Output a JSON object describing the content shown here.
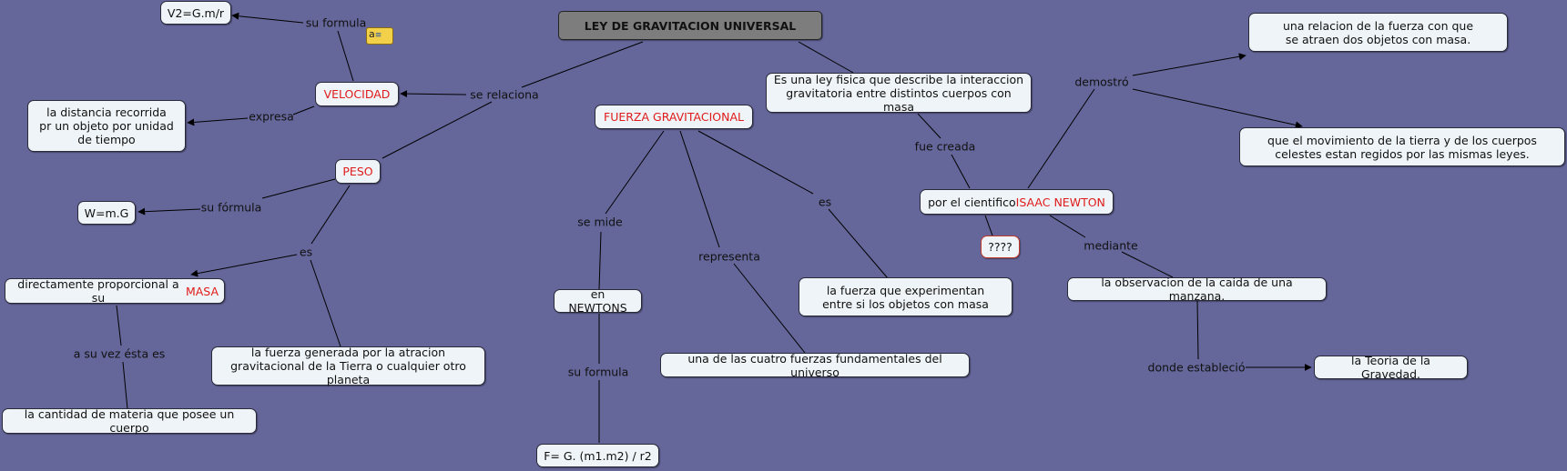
{
  "nodes": {
    "title": "LEY DE GRAVITACION UNIVERSAL",
    "ley_fisica": "Es una ley fisica que describe la interaccion gravitatoria entre distintos cuerpos con masa",
    "v2": "V2=G.m/r",
    "velocidad": "VELOCIDAD",
    "distancia": "la distancia recorrida pr un objeto por unidad de tiempo",
    "peso": "PESO",
    "wmg": "W=m.G",
    "proporcional_text": "directamente proporcional a su ",
    "masa": "MASA",
    "cantidad_materia": "la cantidad de materia que posee un cuerpo",
    "fuerza_generada": "la fuerza generada por la atracion gravitacional de la Tierra o cualquier otro planeta",
    "fuerza_gravitacional": "FUERZA GRAVITACIONAL",
    "newtons": "en NEWTONS",
    "formula_f": "F= G. (m1.m2) / r2",
    "cuatro_fuerzas": "una de las cuatro fuerzas fundamentales del universo",
    "fuerza_experimentan": "la fuerza que experimentan entre si los objetos con masa",
    "cientifico_text": "por el cientifico ",
    "isaac_newton": "ISAAC NEWTON",
    "question": "????",
    "relacion_fuerza": "una relacion de la fuerza con que se atraen dos objetos con masa.",
    "movimiento_tierra": "que el movimiento de la tierra y de los cuerpos celestes estan regidos por las mismas leyes.",
    "observacion": "la observacion de la caida de una manzana.",
    "teoria": "la Teoria de la Gravedad."
  },
  "labels": {
    "su_formula_v": "su formula",
    "se_relaciona": "se relaciona",
    "expresa": "expresa",
    "su_formula_w": "su fórmula",
    "es_peso": "es",
    "a_su_vez": "a su vez ésta es",
    "se_mide": "se mide",
    "su_formula_f": "su formula",
    "representa": "representa",
    "es_fuerza": "es",
    "fue_creada": "fue creada",
    "demostro": "demostró",
    "mediante": "mediante",
    "donde_establecio": "donde estableció"
  },
  "note_icon": "note-icon",
  "colors": {
    "background": "#65669a",
    "node_fill": "#eef4f7",
    "concept_red": "#e01b1b",
    "title_fill": "#7d7d7d"
  }
}
